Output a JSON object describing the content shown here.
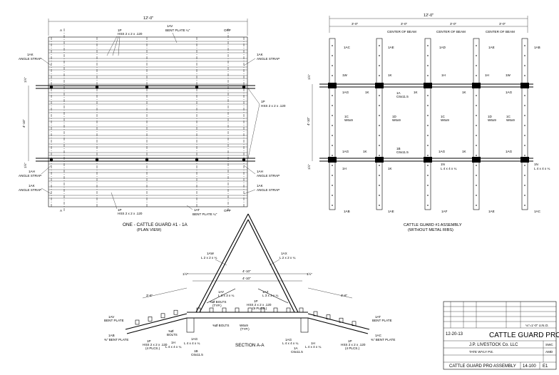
{
  "plan_view": {
    "dim_overall": "12'-0\"",
    "dim_left_half": "4'-10\"",
    "dim_edge_top": "1½\"",
    "dim_edge_bottom": "1½\"",
    "section_mark": "A",
    "section_mark_opp": "OPP",
    "title": "ONE - CATTLE GUARD #1 - 1A",
    "subtitle": "(PLAN VIEW)",
    "labels": {
      "top_plate_id": "1AV",
      "top_plate_desc": "BENT PLATE ¼\"",
      "top_rib_id": "1P",
      "top_rib_desc": "HSS 2 x 2 x .120",
      "bottom_plate_id": "1AT",
      "bottom_plate_desc": "BENT PLATE ¼\"",
      "bottom_rib_id": "1P",
      "bottom_rib_desc": "HSS 2 x 2 x .120",
      "right_rib_id": "1P",
      "right_rib_desc": "HSS 2 x 2 x .120",
      "ul_strap_id": "1AK",
      "ul_strap_desc": "ANGLE STRAP",
      "ur_strap_id": "1AK",
      "ur_strap_desc": "ANGLE STRAP",
      "ll1_strap_id": "1AH",
      "ll1_strap_desc": "ANGLE STRAP",
      "ll2_strap_id": "1AK",
      "ll2_strap_desc": "ANGLE STRAP",
      "lr1_strap_id": "1AH",
      "lr1_strap_desc": "ANGLE STRAP",
      "lr2_strap_id": "1AK",
      "lr2_strap_desc": "ANGLE STRAP"
    }
  },
  "assembly_view": {
    "dim_overall": "12'-0\"",
    "dim_bays": [
      "3'-0\"",
      "3'-0\"",
      "3'-0\"",
      "3'-0\""
    ],
    "center_of_beam": [
      "CENTER OF BEAM",
      "CENTER OF BEAM",
      "CENTER OF BEAM"
    ],
    "dim_side": "4'-10\"",
    "dim_edge_top": "1½\"",
    "dim_edge_bottom": "1½\"",
    "title": "CATTLE GUARD #1 ASSEMBLY",
    "subtitle": "(WITHOUT METAL RIBS)",
    "top_ids": [
      "1AC",
      "1AE",
      "1AD",
      "1AE",
      "1AB"
    ],
    "bottom_ids": [
      "1AB",
      "1AE",
      "1AF",
      "1AE",
      "1AC"
    ],
    "upper_beam_ids": [
      "1AG",
      "1K",
      "1H",
      "1K",
      "1AG",
      "1K",
      "1H",
      "1W",
      "1AG"
    ],
    "lower_beam_ids": [
      "1AG",
      "1K",
      "1H",
      "1K",
      "1AG",
      "1K",
      "1AG"
    ],
    "beams": [
      {
        "id": "1C",
        "desc": "W6x9"
      },
      {
        "id": "1D",
        "desc": "W6x9"
      },
      {
        "id": "1C",
        "desc": "W6x9"
      },
      {
        "id": "1D",
        "desc": "W6x9"
      },
      {
        "id": "1C",
        "desc": "W6x9"
      }
    ],
    "channel_top": {
      "id": "1A",
      "desc": "C6x11.5"
    },
    "channel_bottom": {
      "id": "1B",
      "desc": "C6x11.5"
    },
    "angle_left": {
      "id": "1N",
      "desc": "L 4 x 4 x ¼"
    },
    "angle_right": {
      "id": "1N",
      "desc": "L 4 x 4 x ¼"
    },
    "left_top_labels": [
      "1W",
      "1AG",
      "1H"
    ]
  },
  "section_view": {
    "title": "SECTION A-A",
    "dim_top": "4'-10\"",
    "dim_inner": "4'-10\"",
    "dim_left_edge": "1½\"",
    "dim_right_edge": "1½\"",
    "dim_left_slope": "3'-6\"",
    "dim_right_slope": "3'-6\"",
    "apex_left_id": "1AW",
    "apex_left_desc": "L 2 x 2 x ¼",
    "apex_right_id": "1AX",
    "apex_right_desc": "L 2 x 2 x ¼",
    "mid_angle_id": "1AY",
    "mid_angle_desc": "L 3 x 3 x ¼",
    "mid_angle2_id": "1AZ",
    "mid_angle2_desc": "L 3 x 3 x ¼",
    "bolts_top": "⅜Ø BOLTS",
    "bolts_top_note": "(TYP.)",
    "rib_center_id": "1P",
    "rib_center_desc": "HSS 2 x 2 x .120",
    "rib_center_note": "(9 PLCS.)",
    "bolts_mid": "⅜Ø BOLTS",
    "beam_id": "W6x9",
    "beam_note": "(TYP.)",
    "left_plate_id": "1AV",
    "left_plate_desc": "BENT PLATE",
    "left_bent_id": "1AB",
    "left_bent_desc": "⅜\" BENT PLATE",
    "left_rib_id": "1P",
    "left_rib_desc": "HSS 2 x 2 x .120",
    "left_rib_note": "(4 PLCS.)",
    "left_bolts": "⅜Ø",
    "left_bolts2": "BOLTS",
    "left_angle_id": "1H",
    "left_angle_desc": "L 4 x 4 x ¼",
    "left_angle2_id": "1AG",
    "left_angle2_desc": "L 4 x 4 x ¼",
    "left_channel_id": "1B",
    "left_channel_desc": "C6x11.5",
    "right_channel_id": "1A",
    "right_channel_desc": "C6x11.5",
    "right_angle_id": "1AG",
    "right_angle_desc": "L 4 x 4 x ¼",
    "right_angle2_id": "1H",
    "right_angle2_desc": "L 4 x 4 x ¼",
    "right_rib_id": "1P",
    "right_rib_desc": "HSS 2 x 2 x .120",
    "right_rib_note": "(4 PLCS.)",
    "right_plate_id": "1AT",
    "right_plate_desc": "BENT PLATE",
    "right_bent_id": "1AC",
    "right_bent_desc": "⅜\" BENT PLATE"
  },
  "title_block": {
    "scale": "⅛\"=1'-0\" U.N.O.",
    "date": "12-20-13",
    "project": "CATTLE GUARD PRO",
    "client": "J.P. LIVESTOCK Co. LLC",
    "engineer": "TATE WYLY P.E.",
    "drawn_by": "SWC",
    "checked_by": "AMD",
    "sheet_title": "CATTLE GUARD PRO ASSEMBLY",
    "drawing_number": "14-100",
    "sheet_number": "E1"
  }
}
